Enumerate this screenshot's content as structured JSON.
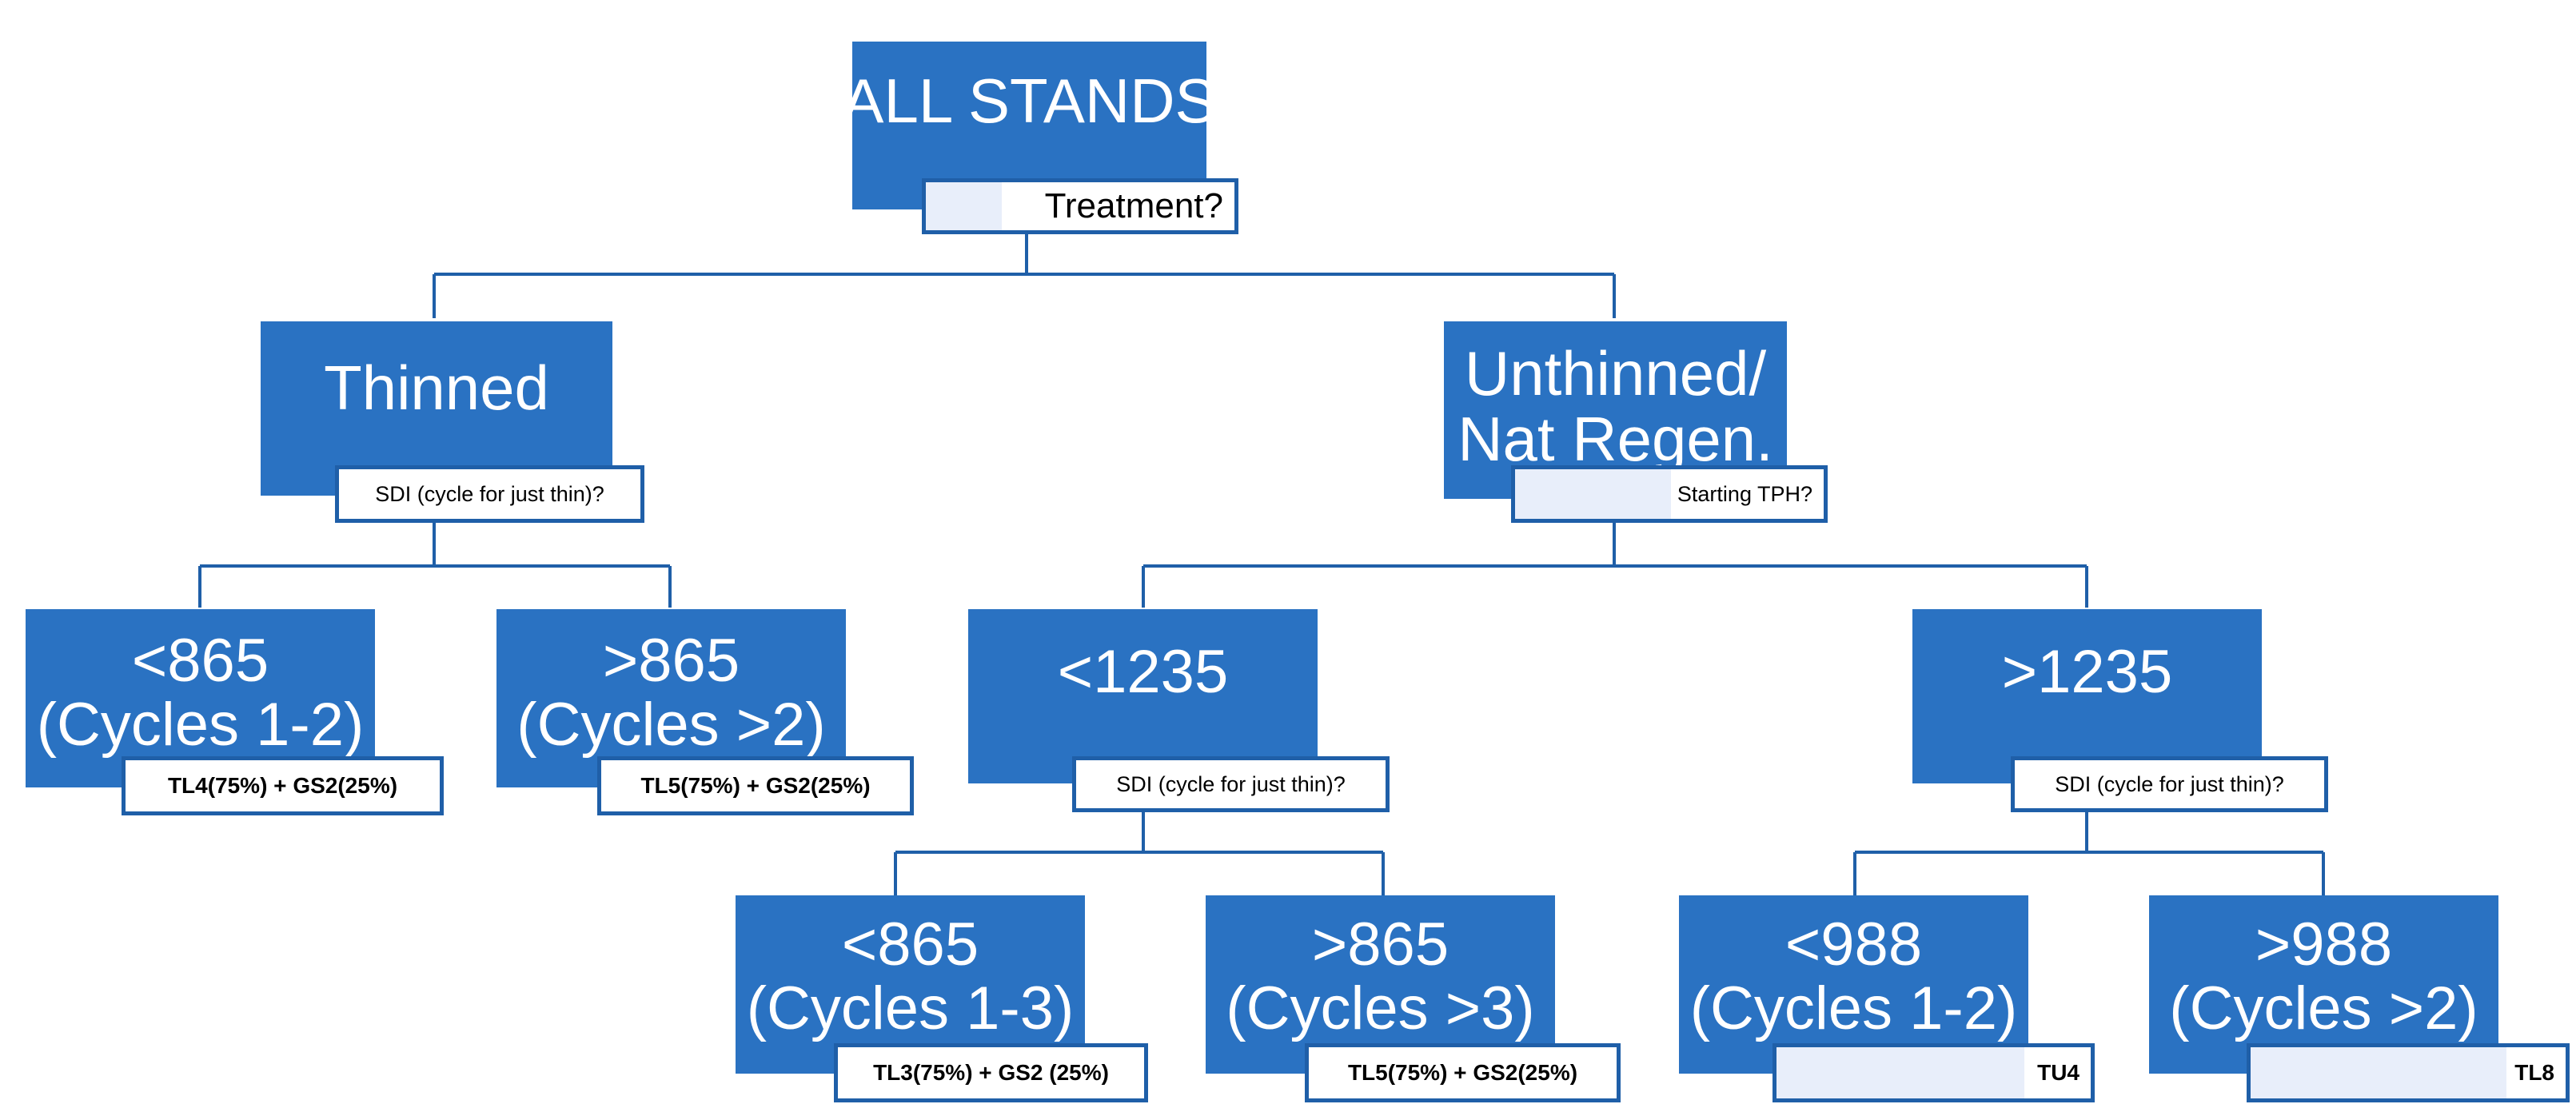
{
  "root": {
    "lines": [
      "ALL STANDS"
    ],
    "question": "Treatment?"
  },
  "thinned": {
    "lines": [
      "Thinned"
    ],
    "question": "SDI (cycle for just thin)?",
    "lt": {
      "lines": [
        "<865",
        "(Cycles 1-2)"
      ],
      "result": "TL4(75%) + GS2(25%)"
    },
    "gt": {
      "lines": [
        ">865",
        "(Cycles >2)"
      ],
      "result": "TL5(75%) + GS2(25%)"
    }
  },
  "unthinned": {
    "lines": [
      "Unthinned/",
      "Nat Regen."
    ],
    "question": "Starting TPH?",
    "low": {
      "lines": [
        "<1235"
      ],
      "question": "SDI (cycle for just thin)?",
      "lt": {
        "lines": [
          "<865",
          "(Cycles 1-3)"
        ],
        "result": "TL3(75%) + GS2 (25%)"
      },
      "gt": {
        "lines": [
          ">865",
          "(Cycles >3)"
        ],
        "result": "TL5(75%) + GS2(25%)"
      }
    },
    "high": {
      "lines": [
        ">1235"
      ],
      "question": "SDI (cycle for just thin)?",
      "lt": {
        "lines": [
          "<988",
          "(Cycles 1-2)"
        ],
        "result": "TU4"
      },
      "gt": {
        "lines": [
          ">988",
          "(Cycles >2)"
        ],
        "result": "TL8"
      }
    }
  },
  "colors": {
    "node_fill": "#2a72c2",
    "node_text": "#ffffff",
    "connector": "#1f5fa8",
    "label_border": "#1f5fa8",
    "label_shade": "#e8eefa"
  }
}
